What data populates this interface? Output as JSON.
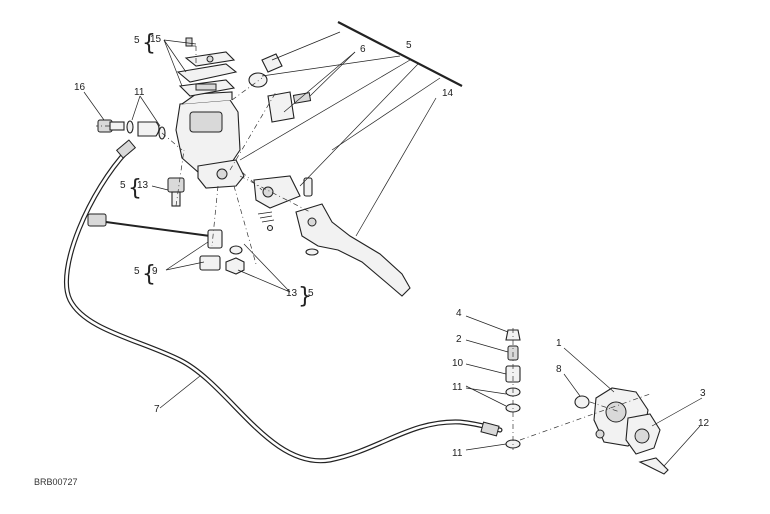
{
  "diagram": {
    "drawing_code": "BRB00727",
    "callouts": [
      "1",
      "2",
      "3",
      "4",
      "5",
      "6",
      "7",
      "8",
      "9",
      "10",
      "11",
      "12",
      "13",
      "14",
      "15",
      "16"
    ],
    "braced_labels": [
      {
        "prefix": "5",
        "number": "15"
      },
      {
        "prefix": "5",
        "number": "13"
      },
      {
        "prefix": "5",
        "number": "9"
      },
      {
        "number": "13",
        "suffix": "5"
      }
    ],
    "labels": {
      "l6": "6",
      "l5_top": "5",
      "l14": "14",
      "l16": "16",
      "l11_top": "11",
      "l7": "7",
      "l4": "4",
      "l2": "2",
      "l10": "10",
      "l11_mid": "11",
      "l11_low": "11",
      "l1": "1",
      "l8": "8",
      "l3": "3",
      "l12": "12"
    }
  }
}
